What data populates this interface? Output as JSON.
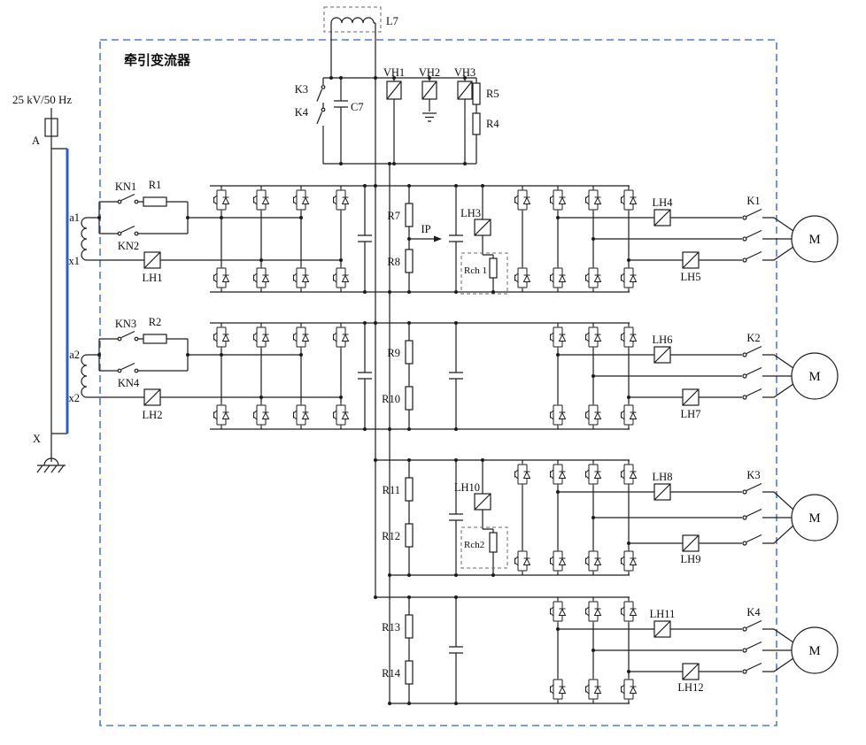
{
  "title": "牵引变流器",
  "source": {
    "supply": "25 kV/50 Hz",
    "fuse": "A",
    "ground": "X"
  },
  "transformer": {
    "a1": "a1",
    "x1": "x1",
    "a2": "a2",
    "x2": "x2"
  },
  "filter": {
    "L7": "L7",
    "K3": "K3",
    "K4": "K4",
    "C7": "C7",
    "VH1": "VH1",
    "VH2": "VH2",
    "VH3": "VH3",
    "R5": "R5",
    "R4": "R4"
  },
  "line_side": {
    "KN1": "KN1",
    "R1": "R1",
    "KN2": "KN2",
    "LH1": "LH1",
    "KN3": "KN3",
    "R2": "R2",
    "KN4": "KN4",
    "LH2": "LH2"
  },
  "dc_links": {
    "R7": "R7",
    "R8": "R8",
    "IP": "IP",
    "LH3": "LH3",
    "Rch1": "Rch 1",
    "R9": "R9",
    "R10": "R10",
    "R11": "R11",
    "LH10": "LH10",
    "R12": "R12",
    "Rch2": "Rch2",
    "R13": "R13",
    "R14": "R14"
  },
  "drives": [
    {
      "lh_top": "LH4",
      "lh_bottom": "LH5",
      "contactor": "K1",
      "motor": "M"
    },
    {
      "lh_top": "LH6",
      "lh_bottom": "LH7",
      "contactor": "K2",
      "motor": "M"
    },
    {
      "lh_top": "LH8",
      "lh_bottom": "LH9",
      "contactor": "K3",
      "motor": "M"
    },
    {
      "lh_top": "LH11",
      "lh_bottom": "LH12",
      "contactor": "K4",
      "motor": "M"
    }
  ],
  "colors": {
    "border": "#4a7ed2",
    "primary_line": "#2e5fc8"
  }
}
